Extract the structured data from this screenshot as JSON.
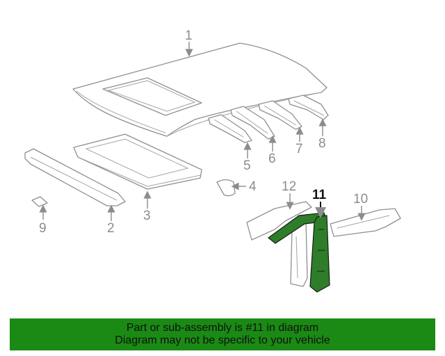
{
  "diagram": {
    "callouts": [
      "1",
      "2",
      "3",
      "4",
      "5",
      "6",
      "7",
      "8",
      "9",
      "10",
      "11",
      "12"
    ],
    "highlighted_callout": "11",
    "highlight_color": "#2e7d2a"
  },
  "banner": {
    "line1": "Part or sub-assembly is #11 in diagram",
    "line2": "Diagram may not be specific to your vehicle",
    "background": "#1a8a14"
  }
}
